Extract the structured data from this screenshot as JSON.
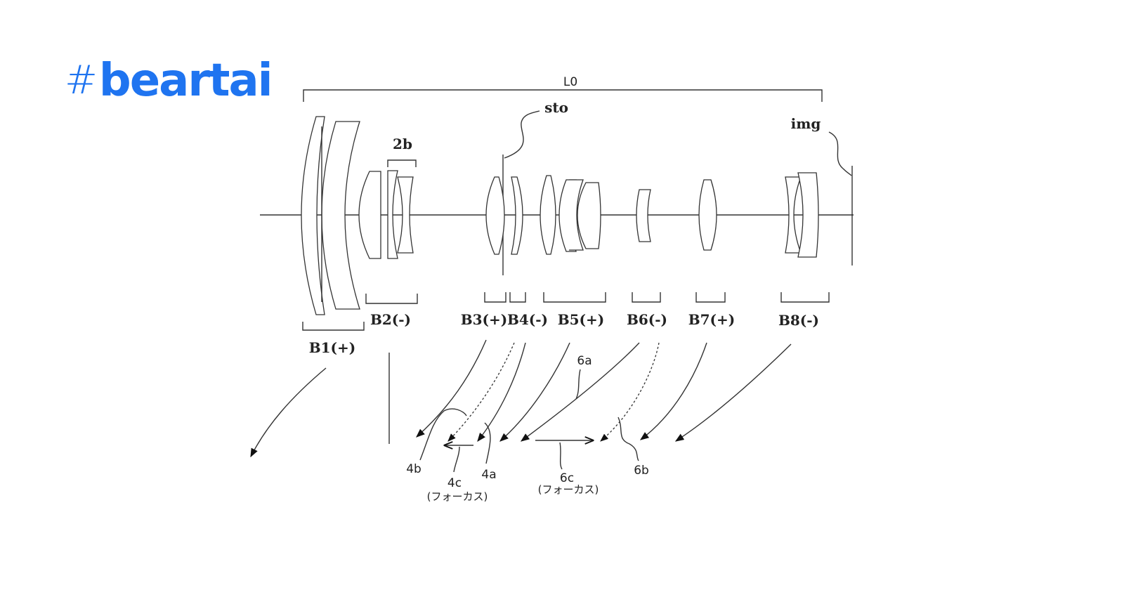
{
  "logo": {
    "hash": "#",
    "word": "beartai"
  },
  "labels": {
    "overall": "L0",
    "stop": "sto",
    "image_plane": "img",
    "sub_2b": "2b",
    "b1": "B1(+)",
    "b2": "B2(-)",
    "b3": "B3(+)",
    "b4": "B4(-)",
    "b5": "B5(+)",
    "b6": "B6(-)",
    "b7": "B7(+)",
    "b8": "B8(-)",
    "r6a": "6a",
    "r4b": "4b",
    "r4c": "4c",
    "r4a": "4a",
    "r6c": "6c",
    "r6b": "6b",
    "focus_4": "(フォーカス)",
    "focus_6": "(フォーカス)"
  }
}
